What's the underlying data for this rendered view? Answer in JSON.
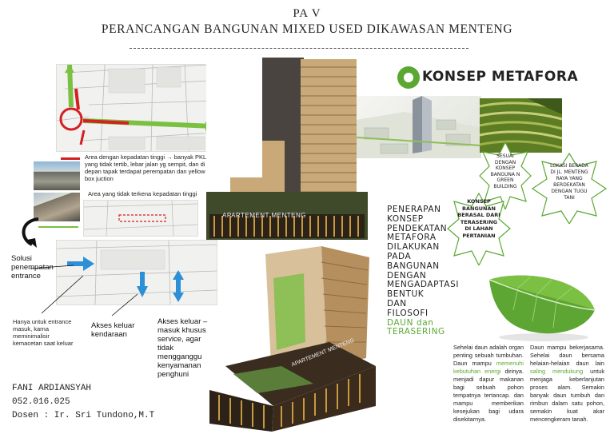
{
  "header": {
    "chapter": "PA V",
    "title": "PERANCANGAN BANGUNAN MIXED USED DIKAWASAN MENTENG"
  },
  "site": {
    "legend_text": "Area dengan kepadatan tinggi → banyak PKL yang tidak tertib, lebar jalan yg sempit, dan di depan tapak terdapat perempatan dan yellow box juction",
    "density_caption": "Area yang tidak terkena kepadatan tinggi",
    "solution_label": "Solusi penempatan entrance",
    "entrance_note": "Hanya untuk entrance masuk, karna meminimalisir kemacetan saat keluar",
    "vehicle_exit": "Akses keluar kendaraan",
    "service_exit": "Akses keluar – masuk khusus service, agar tidak mengganggu kenyamanan penghuni"
  },
  "author": {
    "name": "FANI ARDIANSYAH",
    "nim": "052.016.025",
    "lecturer": "Dosen : Ir. Sri Tundono,M.T"
  },
  "renders": {
    "top_label": "APARTEMENT MENTENG",
    "bottom_label": "APARTEMENT MENTENG"
  },
  "concept": {
    "title": "KONSEP METAFORA",
    "star1": "SESUAI DENGAN KONSEP BANGUNA N GREEN BUILDING",
    "star2": "LOKASI BERADA DI JL. MENTENG RAYA YANG BERDEKATAN DENGAN TUGU TANI",
    "star3": "KONSEP BANGUNAN BERASAL DARI TERASERING DI LAHAN PERTANIAN",
    "main_text": "PENERAPAN KONSEP PENDEKATAN METAFORA DILAKUKAN PADA BANGUNAN DENGAN MENGADAPTASI BENTUK DAN FILOSOFI",
    "highlight": "DAUN dan TERASERING"
  },
  "leaf": {
    "col1_a": "Sehelai daun adalah organ penting sebuah tumbuhan. Daun mampu",
    "col1_green": "memenuhi kebutuhan energi",
    "col1_b": "dirinya. menjadi dapur makanan bagi sebuah pohon tempatnya tertancap. dan mampu memberikan kesejukan bagi udara disekitarnya.",
    "col2_a": "Daun mampu bekerjasama. Sehelai daun bersama helaian-helaian daun lain",
    "col2_green": "saling mendukung",
    "col2_b": "untuk menjaga keberlanjutan proses alam. Semakin banyak daun tumbuh dan rimbun dalam satu pohon, semakin kuat akar mencengkeram tanah."
  },
  "colors": {
    "accent_green": "#5aa832",
    "arrow_blue": "#2d8fd6",
    "arrow_red": "#d42020",
    "road_green": "#7ac142"
  }
}
